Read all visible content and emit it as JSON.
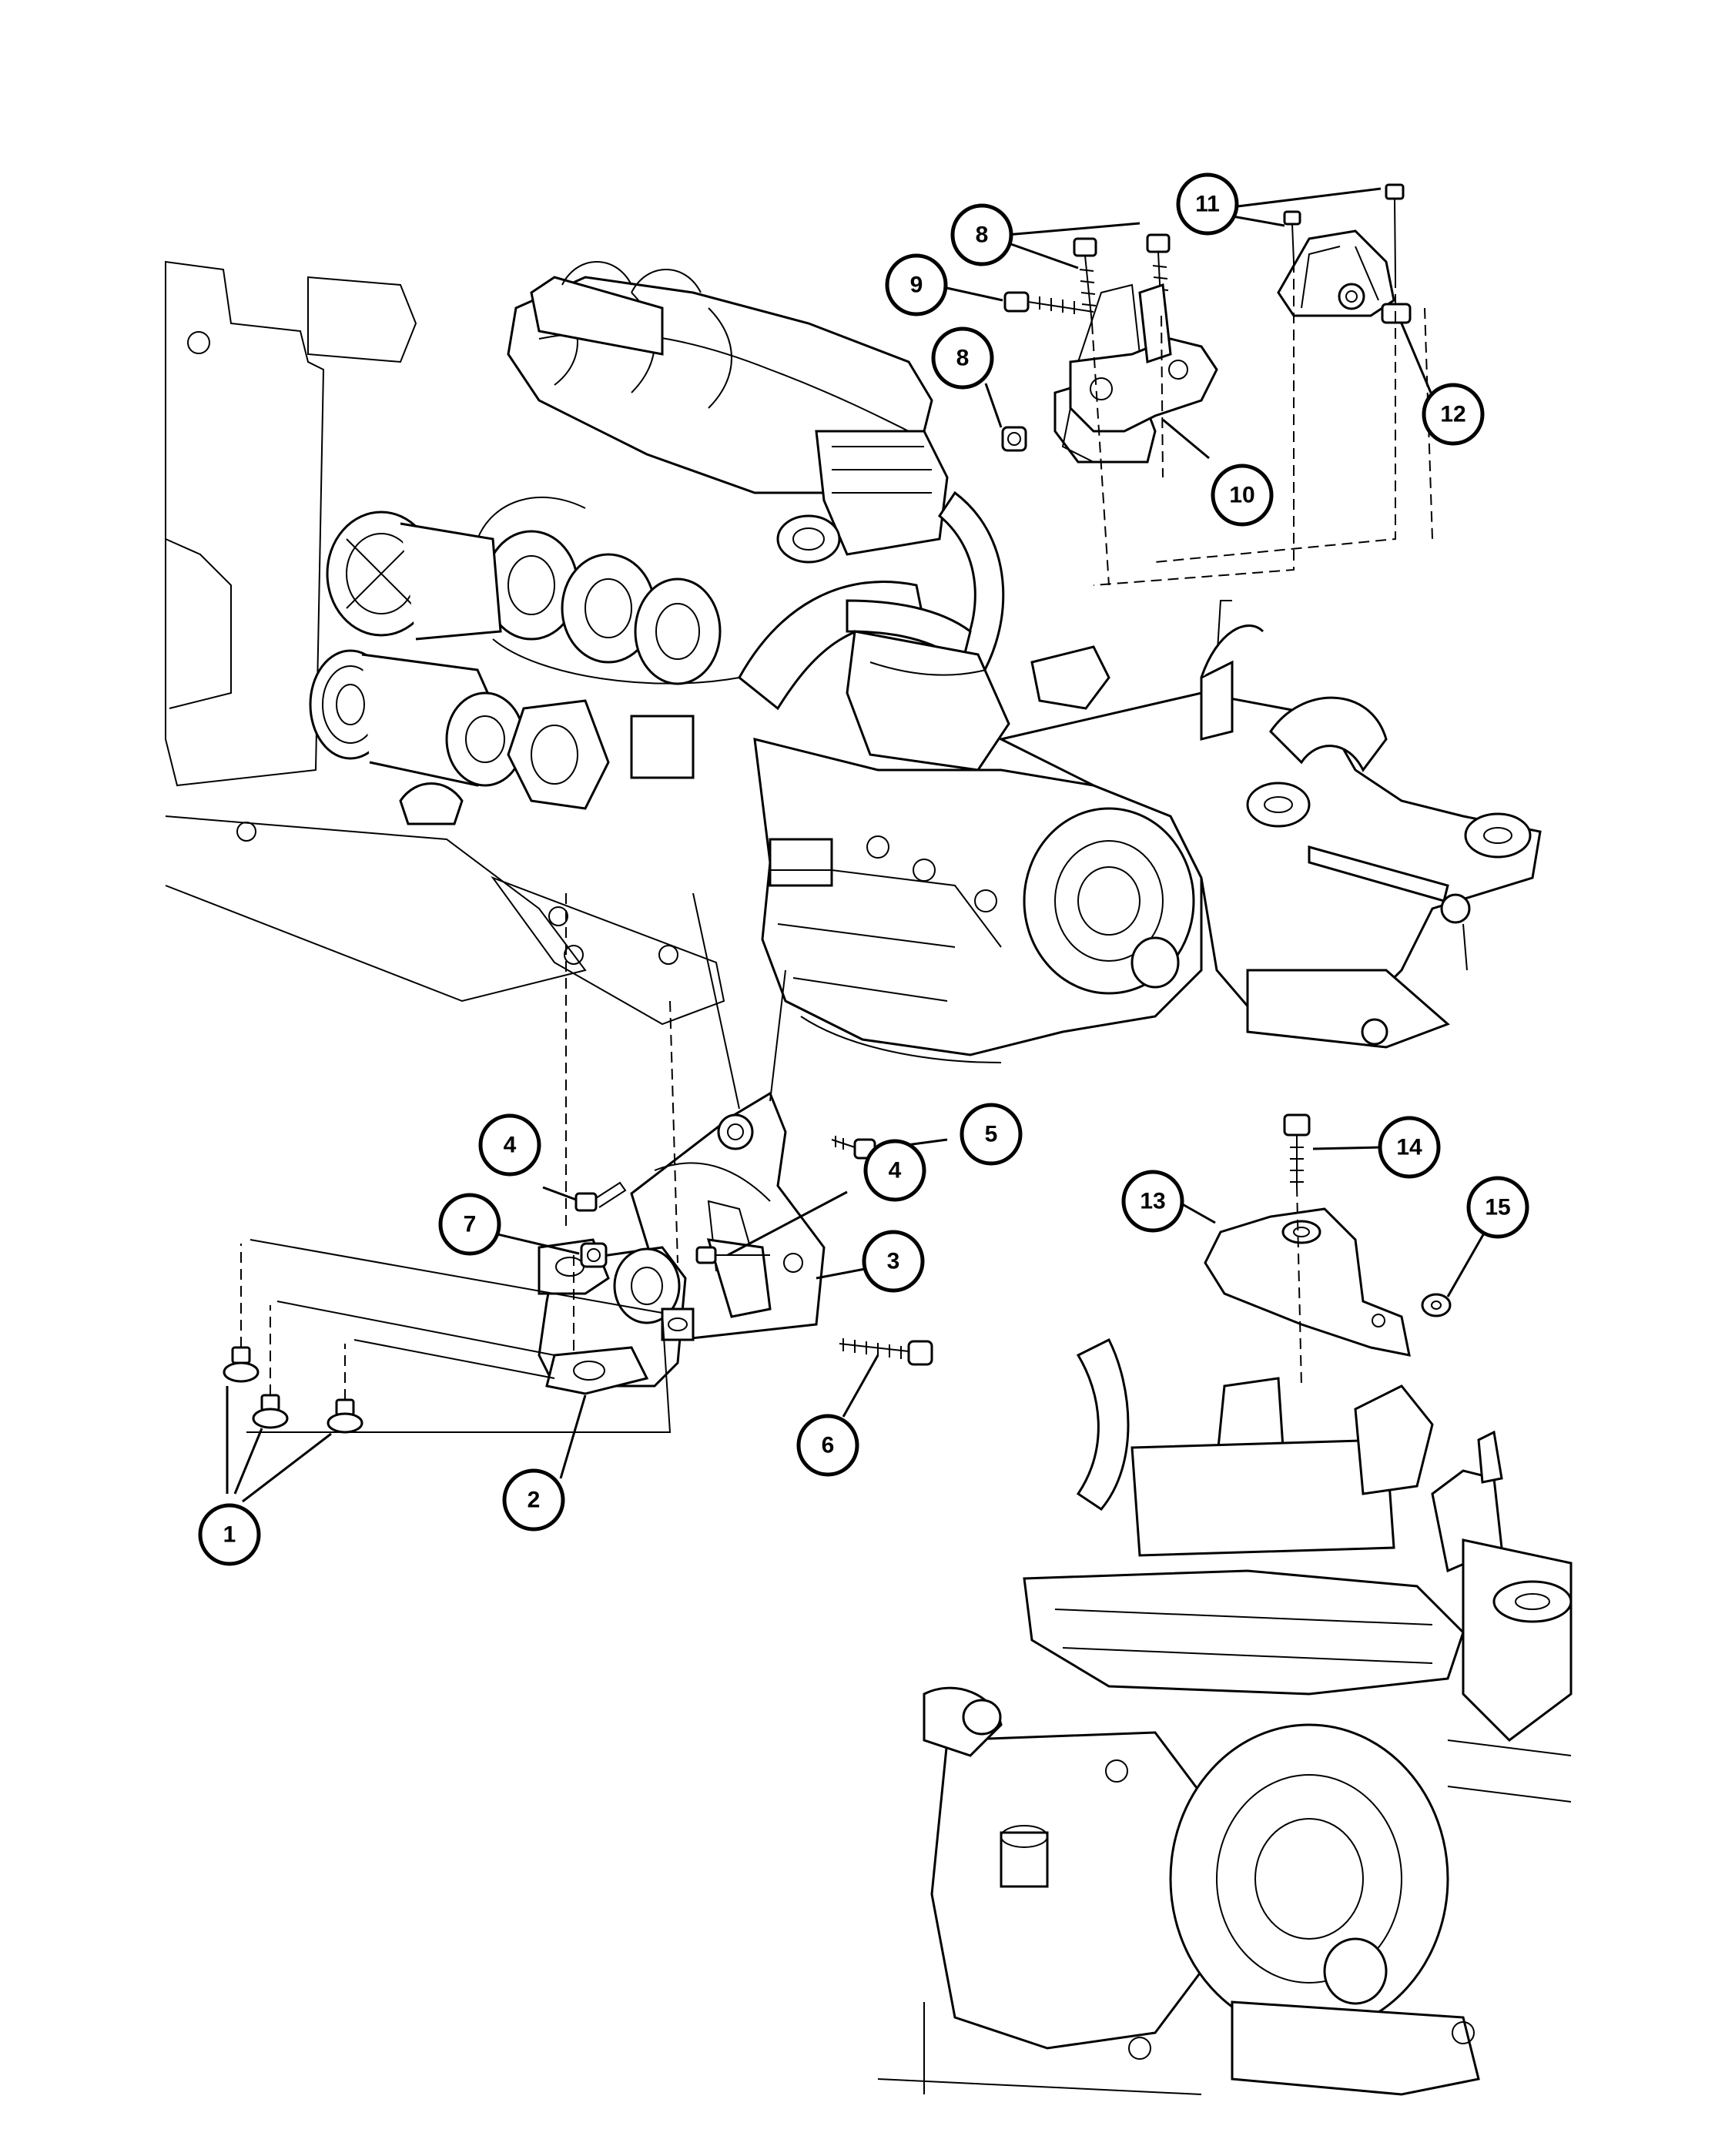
{
  "callouts": [
    {
      "id": "c1",
      "label": "1"
    },
    {
      "id": "c2",
      "label": "2"
    },
    {
      "id": "c3",
      "label": "3"
    },
    {
      "id": "c4a",
      "label": "4"
    },
    {
      "id": "c4b",
      "label": "4"
    },
    {
      "id": "c5",
      "label": "5"
    },
    {
      "id": "c6",
      "label": "6"
    },
    {
      "id": "c7",
      "label": "7"
    },
    {
      "id": "c8a",
      "label": "8"
    },
    {
      "id": "c8b",
      "label": "8"
    },
    {
      "id": "c9",
      "label": "9"
    },
    {
      "id": "c10",
      "label": "10"
    },
    {
      "id": "c11",
      "label": "11"
    },
    {
      "id": "c12",
      "label": "12"
    },
    {
      "id": "c13",
      "label": "13"
    },
    {
      "id": "c14",
      "label": "14"
    },
    {
      "id": "c15",
      "label": "15"
    }
  ],
  "colors": {
    "ink": "#000000",
    "paper": "#ffffff"
  }
}
